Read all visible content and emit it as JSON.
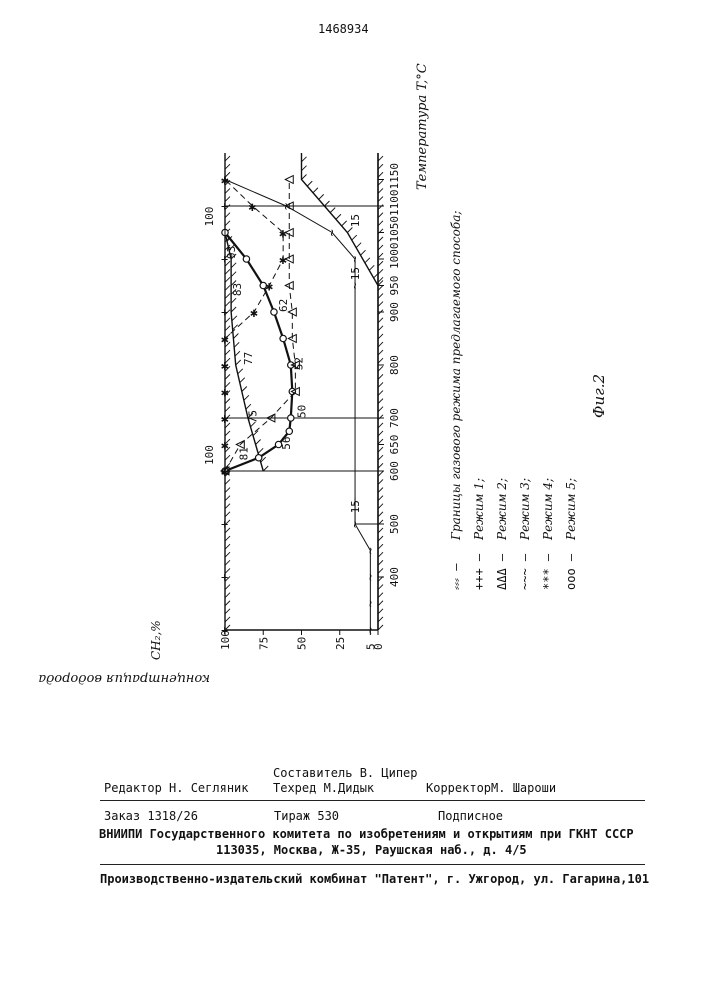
{
  "page_number": "1468934",
  "figure_label": "Фиг.2",
  "colors": {
    "ink": "#111111",
    "paper": "#ffffff"
  },
  "chart_data": {
    "type": "line",
    "orientation": "rotated-90-ccw",
    "xlabel": "Температура T,°C",
    "ylabel": "C_H2,% концентрация водорода",
    "ylabel_text": "концентрация водорода",
    "ylabel_symbol": "C",
    "ylabel_sub": "H₂",
    "ylabel_unit": ",%",
    "xlim": [
      300,
      1200
    ],
    "ylim": [
      0,
      100
    ],
    "x_ticks": [
      "400",
      "500",
      "600",
      "650",
      "700",
      "800",
      "900",
      "950",
      "1000",
      "1050",
      "1100",
      "1150"
    ],
    "y_ticks": [
      "0",
      "5",
      "25",
      "50",
      "75",
      "100"
    ],
    "legend": [
      {
        "marker": "⸗⸗⸗",
        "text": "Границы газового режима предлагаемого способа;"
      },
      {
        "marker": "+++",
        "text": "Режим 1;"
      },
      {
        "marker": "ΔΔΔ",
        "text": "Режим 2;"
      },
      {
        "marker": "~~~",
        "text": "Режим 3;"
      },
      {
        "marker": "***",
        "text": "Режим 4;"
      },
      {
        "marker": "ooo",
        "text": "Режим 5;"
      }
    ],
    "annotations": [
      "100",
      "100",
      "81",
      "75",
      "77",
      "83",
      "93",
      "56",
      "50",
      "52",
      "62",
      "15",
      "15",
      "15"
    ],
    "series": [
      {
        "name": "Режим 5",
        "marker": "circle",
        "x": [
          600,
          625,
          650,
          675,
          700,
          750,
          800,
          850,
          900,
          950,
          1000,
          1050
        ],
        "y": [
          100,
          78,
          65,
          58,
          57,
          56,
          57,
          62,
          68,
          75,
          86,
          100
        ]
      },
      {
        "name": "Режим 2",
        "marker": "triangle",
        "x": [
          600,
          650,
          700,
          750,
          800,
          850,
          900,
          950,
          1000,
          1050,
          1100,
          1150
        ],
        "y": [
          100,
          90,
          70,
          54,
          54,
          56,
          56,
          58,
          58,
          58,
          58,
          58
        ]
      },
      {
        "name": "Режим 4",
        "marker": "asterisk",
        "x": [
          600,
          650,
          700,
          750,
          800,
          850,
          900,
          950,
          1000,
          1050,
          1100,
          1150
        ],
        "y": [
          100,
          100,
          100,
          100,
          100,
          100,
          81,
          71,
          62,
          62,
          82,
          100
        ]
      },
      {
        "name": "Режим 3",
        "marker": "tilde",
        "x": [
          300,
          350,
          400,
          450,
          500,
          950,
          1000,
          1050,
          1100,
          1150
        ],
        "y": [
          5,
          5,
          5,
          5,
          15,
          15,
          15,
          30,
          60,
          100
        ]
      },
      {
        "name": "Режим 1",
        "marker": "plus",
        "x": [
          300,
          400,
          500,
          600,
          700,
          800,
          900,
          1000,
          1100,
          1150
        ],
        "y": [
          100,
          100,
          100,
          100,
          100,
          100,
          100,
          100,
          100,
          100
        ]
      }
    ]
  },
  "footer": {
    "editor": "Редактор Н. Сегляник",
    "compiler": "Составитель В. Ципер",
    "techred": "Техред М.Дидык",
    "corrector": "КорректорМ. Шароши",
    "order": "Заказ 1318/26",
    "circulation": "Тираж 530",
    "subscription": "Подписное",
    "org": "ВНИИПИ Государственного комитета по изобретениям и открытиям при ГКНТ СССР",
    "address": "113035, Москва, Ж-35, Раушская наб., д. 4/5",
    "printer": "Производственно-издательский комбинат \"Патент\", г. Ужгород, ул. Гагарина,101"
  }
}
